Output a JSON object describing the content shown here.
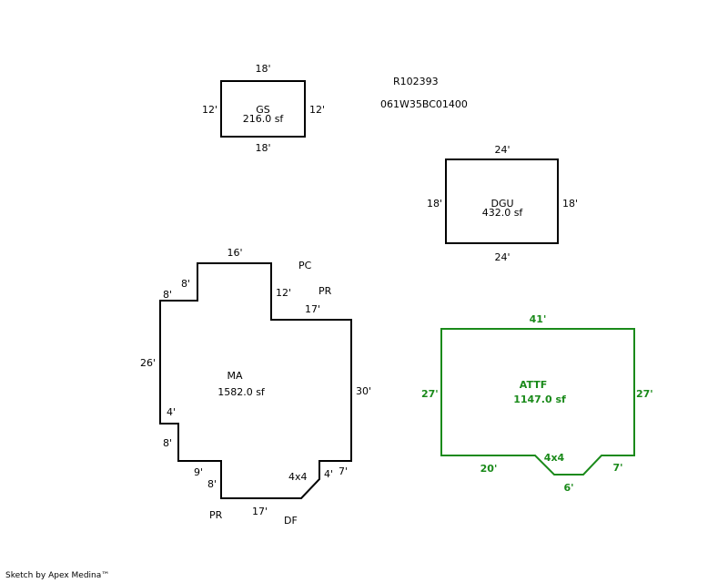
{
  "header": {
    "parcel_id": "R102393",
    "map_number": "061W35BC01400"
  },
  "gs": {
    "name": "GS",
    "area": "216.0 sf",
    "top": "18'",
    "bottom": "18'",
    "left": "12'",
    "right": "12'"
  },
  "dgu": {
    "name": "DGU",
    "area": "432.0 sf",
    "top": "24'",
    "bottom": "24'",
    "left": "18'",
    "right": "18'"
  },
  "ma": {
    "name": "MA",
    "area": "1582.0 sf",
    "dims": {
      "top": "16'",
      "step_top": "8'",
      "step_left": "8'",
      "right_upper": "12'",
      "step_right": "17'",
      "left": "26'",
      "right": "30'",
      "left_jog_h": "4'",
      "left_jog_v": "8'",
      "bottom_jog_h": "9'",
      "bottom_jog_v": "8'",
      "bottom": "17'",
      "corner": "4x4",
      "notch_v": "4'",
      "notch_h": "7'"
    },
    "tags": {
      "pc": "PC",
      "pr_top": "PR",
      "pr_bottom": "PR",
      "df": "DF"
    }
  },
  "attf": {
    "name": "ATTF",
    "area": "1147.0 sf",
    "color": "#1a8a1a",
    "top": "41'",
    "left": "27'",
    "right": "27'",
    "bottom_left": "20'",
    "notch_label": "4x4",
    "notch_bottom": "6'",
    "bottom_right": "7'"
  },
  "footer": {
    "credit": "Sketch by Apex Medina™"
  }
}
